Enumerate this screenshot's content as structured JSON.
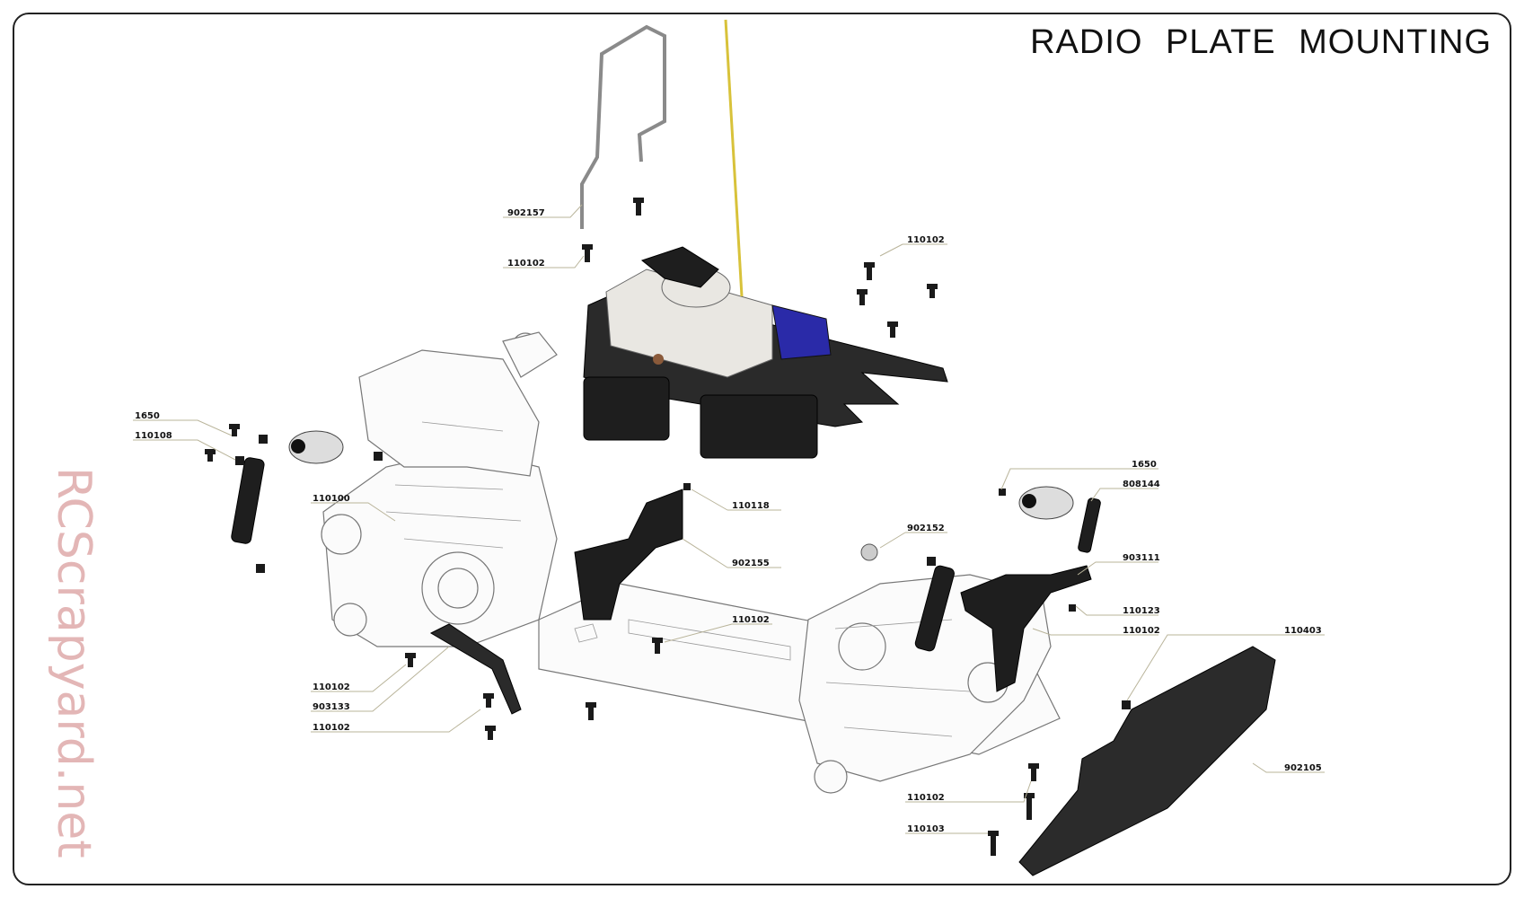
{
  "title": "RADIO  PLATE  MOUNTING",
  "watermark": "RCScrapyard.net",
  "colors": {
    "frame": "#222222",
    "antenna": "#d8c23a",
    "servo_mount_blue": "#2a2aa8",
    "carbon": "#2a2a2a",
    "leader_line": "#b9b49a",
    "watermark": "#e3b6b6"
  },
  "callouts": [
    {
      "id": "c1",
      "text": "902157"
    },
    {
      "id": "c2",
      "text": "110102"
    },
    {
      "id": "c3",
      "text": "110102"
    },
    {
      "id": "c4",
      "text": "1650"
    },
    {
      "id": "c5",
      "text": "110108"
    },
    {
      "id": "c6",
      "text": "110100"
    },
    {
      "id": "c7",
      "text": "110118"
    },
    {
      "id": "c8",
      "text": "902155"
    },
    {
      "id": "c9",
      "text": "110102"
    },
    {
      "id": "c10",
      "text": "110102"
    },
    {
      "id": "c11",
      "text": "903133"
    },
    {
      "id": "c12",
      "text": "110102"
    },
    {
      "id": "c13",
      "text": "1650"
    },
    {
      "id": "c14",
      "text": "808144"
    },
    {
      "id": "c15",
      "text": "902152"
    },
    {
      "id": "c16",
      "text": "903111"
    },
    {
      "id": "c17",
      "text": "110123"
    },
    {
      "id": "c18",
      "text": "110102"
    },
    {
      "id": "c19",
      "text": "110403"
    },
    {
      "id": "c20",
      "text": "902105"
    },
    {
      "id": "c21",
      "text": "110102"
    },
    {
      "id": "c22",
      "text": "110103"
    }
  ]
}
